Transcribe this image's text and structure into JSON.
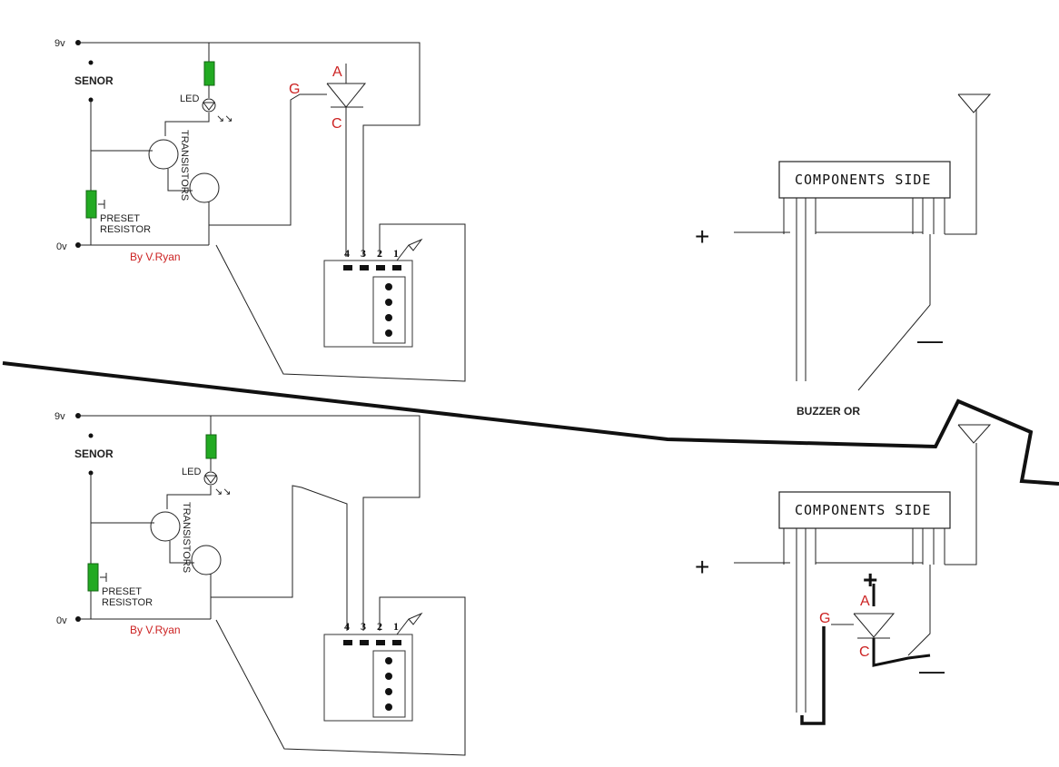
{
  "circuits": [
    {
      "supply_label": "9v",
      "ground_label": "0v",
      "sensor_label": "SENOR",
      "led_label": "LED",
      "transistors_label": "TRANSISTORS",
      "preset_label_1": "PRESET",
      "preset_label_2": "RESISTOR",
      "credit": "By V.Ryan",
      "scr_anode": "A",
      "scr_gate": "G",
      "scr_cathode": "C",
      "module_pins": [
        "4",
        "3",
        "2",
        "1"
      ]
    },
    {
      "supply_label": "9v",
      "ground_label": "0v",
      "sensor_label": "SENOR",
      "led_label": "LED",
      "transistors_label": "TRANSISTORS",
      "preset_label_1": "PRESET",
      "preset_label_2": "RESISTOR",
      "credit": "By V.Ryan",
      "module_pins": [
        "4",
        "3",
        "2",
        "1"
      ]
    }
  ],
  "receivers": [
    {
      "board_label": "COMPONENTS SIDE",
      "plus": "+",
      "minus": "—"
    },
    {
      "board_label": "COMPONENTS SIDE",
      "plus": "+",
      "minus": "—",
      "scr_anode": "A",
      "scr_gate": "G",
      "scr_cathode": "C",
      "scr_plus": "+"
    }
  ],
  "buzzer_label": "BUZZER OR",
  "colors": {
    "component": "#22aa22",
    "annotation": "#cc2222",
    "wire": "#222222"
  }
}
